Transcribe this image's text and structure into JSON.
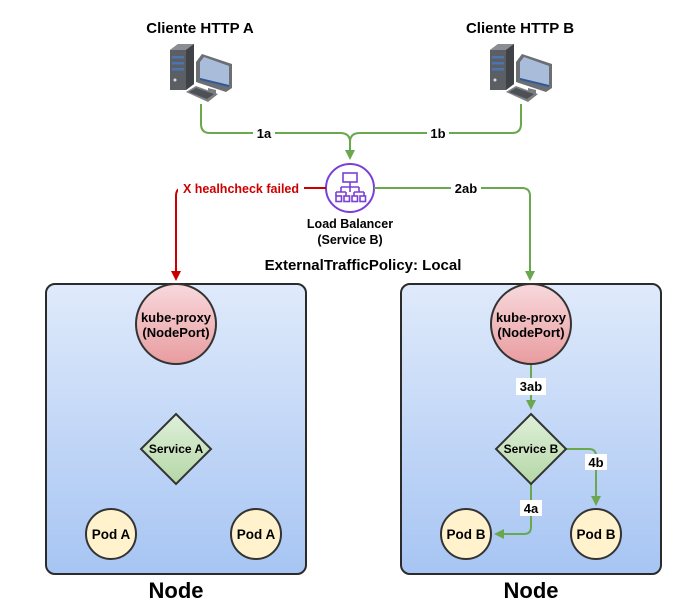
{
  "clients": [
    {
      "label": "Cliente HTTP A",
      "icon": "desktop-computer-icon"
    },
    {
      "label": "Cliente HTTP B",
      "icon": "desktop-computer-icon"
    }
  ],
  "load_balancer": {
    "label_line1": "Load Balancer",
    "label_line2": "(Service B)",
    "icon": "load-balancer-icon"
  },
  "policy_label": "ExternalTrafficPolicy: Local",
  "edges": {
    "e1a": "1a",
    "e1b": "1b",
    "e2ab": "2ab",
    "healthcheck": "X healhcheck failed",
    "e3ab": "3ab",
    "e4a": "4a",
    "e4b": "4b"
  },
  "nodes": [
    {
      "label": "Node",
      "kube_proxy_line1": "kube-proxy",
      "kube_proxy_line2": "(NodePort)",
      "service": "Service A",
      "pods": [
        "Pod A",
        "Pod A"
      ]
    },
    {
      "label": "Node",
      "kube_proxy_line1": "kube-proxy",
      "kube_proxy_line2": "(NodePort)",
      "service": "Service B",
      "pods": [
        "Pod B",
        "Pod B"
      ]
    }
  ],
  "colors": {
    "ok_edge": "#6aa84f",
    "fail_edge": "#cc0000",
    "load_balancer": "#7b3fd6",
    "node_fill_top": "#dee9fb",
    "node_fill_bottom": "#a8c6f3",
    "proxy_fill_top": "#f8d7dc",
    "proxy_fill_bottom": "#e9a0a3",
    "service_fill_top": "#dcedd6",
    "service_fill_bottom": "#b8d9a9",
    "pod_fill": "#fff2cc"
  }
}
